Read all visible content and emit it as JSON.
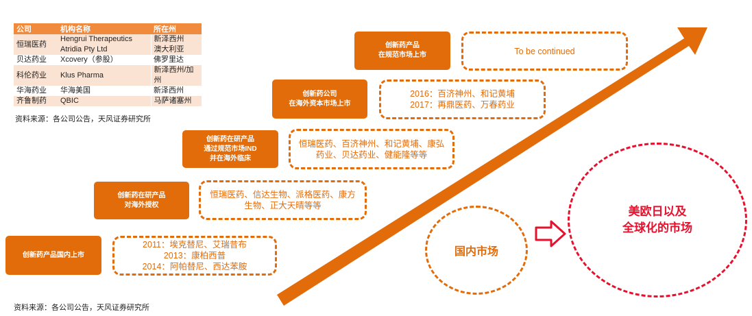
{
  "table": {
    "headers": [
      "公司",
      "机构名称",
      "所在州"
    ],
    "rows": [
      {
        "company": "恒瑞医药",
        "institutions": [
          "Hengrui Therapeutics",
          "Atridia Pty Ltd"
        ],
        "states": [
          "新泽西州",
          "澳大利亚"
        ]
      },
      {
        "company": "贝达药业",
        "institutions": [
          "Xcovery（参股）"
        ],
        "states": [
          "佛罗里达"
        ]
      },
      {
        "company": "科伦药业",
        "institutions": [
          "Klus Pharma"
        ],
        "states": [
          "新泽西州/加州"
        ]
      },
      {
        "company": "华海药业",
        "institutions": [
          "华海美国"
        ],
        "states": [
          "新泽西州"
        ]
      },
      {
        "company": "齐鲁制药",
        "institutions": [
          "QBIC"
        ],
        "states": [
          "马萨诸塞州"
        ]
      }
    ],
    "source": "资料来源：各公司公告，天风证券研究所"
  },
  "diagram": {
    "stages": [
      {
        "label": "创新药产品国内上市",
        "note": "2011：埃克替尼、艾瑞昔布\n2013：康柏西普\n2014：阿帕替尼、西达苯胺"
      },
      {
        "label": "创新药在研产品\n对海外授权",
        "note": "恒瑞医药、信达生物、派格医药、康方\n生物、正大天晴等等"
      },
      {
        "label": "创新药在研产品\n通过规范市场IND\n并在海外临床",
        "note": "恒瑞医药、百济神州、和记黄埔、康弘\n药业、贝达药业、健能隆等等"
      },
      {
        "label": "创新药公司\n在海外资本市场上市",
        "note": "2016：百济神州、和记黄埔\n2017：再鼎医药、万春药业"
      },
      {
        "label": "创新药产品\n在规范市场上市",
        "note": "To be continued"
      }
    ],
    "domestic_market": "国内市场",
    "global_market": "美欧日以及\n全球化的市场",
    "source": "资料来源：各公司公告，天风证券研究所"
  },
  "colors": {
    "accent": "#e36c0a",
    "table_header": "#f08a3c",
    "table_shade": "#fbe3d3",
    "global": "#e8112d"
  }
}
